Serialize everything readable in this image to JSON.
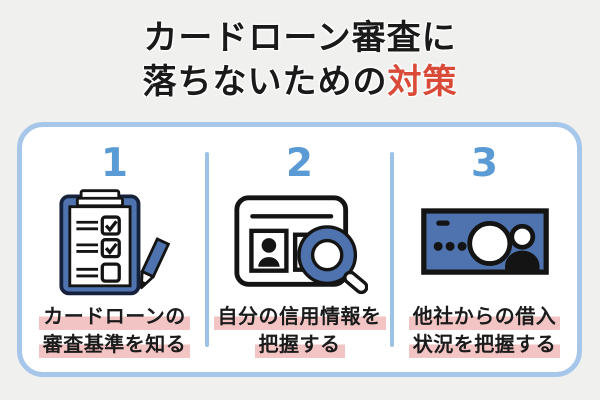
{
  "title": {
    "line1": "カードローン審査に",
    "line2_black": "落ちないための",
    "line2_red": "対策"
  },
  "colors": {
    "background": "#f0f0ee",
    "title_text": "#1a1a1a",
    "title_accent": "#d94b38",
    "panel_border": "#a6c7ea",
    "divider": "#9cc2e6",
    "number_blue": "#5b9bd5",
    "icon_blue": "#4e73ae",
    "highlight_pink": "#f2c4c3"
  },
  "panel": {
    "columns": [
      {
        "number": "1",
        "icon": "checklist-clipboard-icon",
        "line1": "カードローンの",
        "line2": "審査基準を知る"
      },
      {
        "number": "2",
        "icon": "id-card-magnifier-icon",
        "line1": "自分の信用情報を",
        "line2": "把握する"
      },
      {
        "number": "3",
        "icon": "banknote-person-icon",
        "line1": "他社からの借入",
        "line2": "状況を把握する"
      }
    ]
  }
}
